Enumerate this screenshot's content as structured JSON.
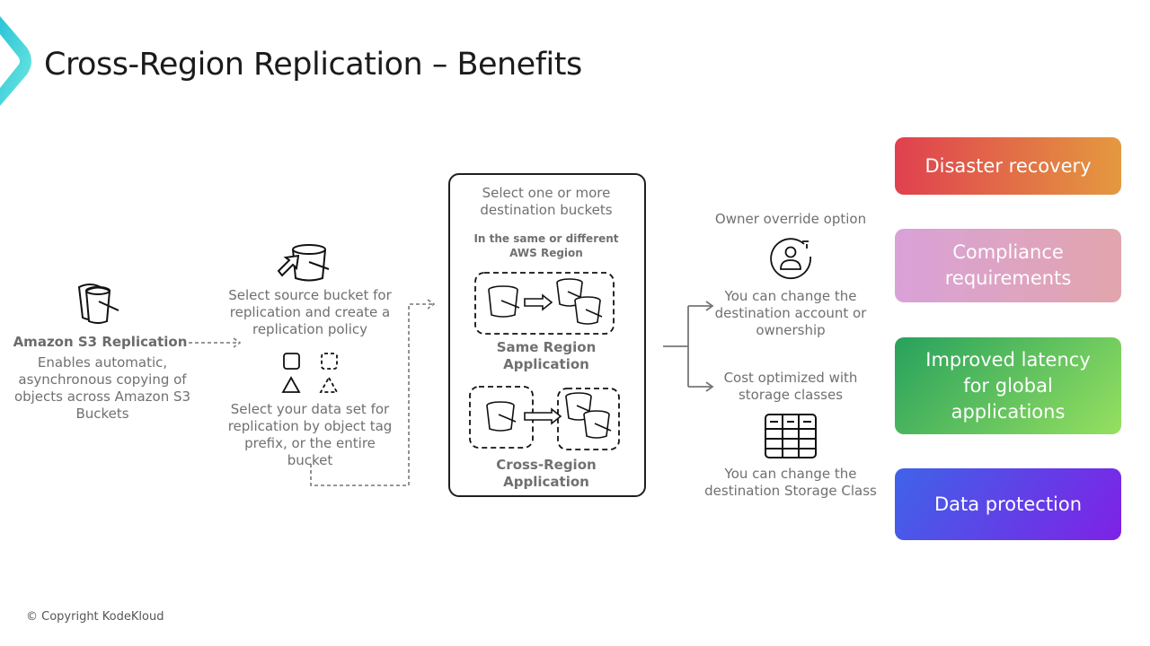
{
  "title": "Cross-Region Replication – Benefits",
  "source": {
    "heading": "Amazon S3 Replication",
    "description": "Enables automatic, asynchronous copying of objects across Amazon S3 Buckets"
  },
  "step_select_source": {
    "text": "Select source bucket for replication and create a replication policy"
  },
  "step_select_dataset": {
    "text": "Select your data set for replication by object tag prefix, or the entire bucket"
  },
  "destination_box": {
    "heading": "Select one or more destination buckets",
    "subheading": "In the same or different AWS Region",
    "same_region_label": "Same Region Application",
    "cross_region_label": "Cross-Region Application"
  },
  "options": {
    "owner_title": "Owner override option",
    "owner_text": "You can change the destination account or ownership",
    "cost_title": "Cost optimized with storage classes",
    "cost_text": "You can change the destination Storage Class"
  },
  "benefits": [
    {
      "label": "Disaster recovery",
      "color_start": "#e0404f",
      "color_end": "#e4993f"
    },
    {
      "label": "Compliance requirements",
      "color_start": "#d9a2d8",
      "color_end": "#e2a5ad"
    },
    {
      "label": "Improved latency for global applications",
      "color_start": "#27a15d",
      "color_end": "#96e060"
    },
    {
      "label": "Data protection",
      "color_start": "#3f63e8",
      "color_end": "#7e22e6"
    }
  ],
  "footer": {
    "copyright": "© Copyright KodeKloud"
  }
}
